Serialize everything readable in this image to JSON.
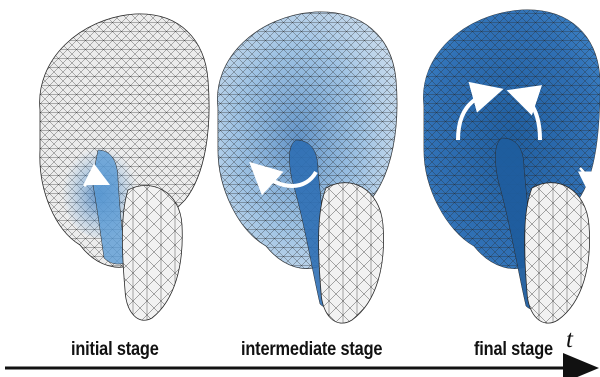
{
  "stages": [
    {
      "label": "initial stage",
      "spread": 0.15
    },
    {
      "label": "intermediate stage",
      "spread": 0.55
    },
    {
      "label": "final stage",
      "spread": 0.95
    }
  ],
  "axis": {
    "symbol": "t"
  },
  "colors": {
    "mesh_fill": "#ececec",
    "mesh_line": "#2a2a2a",
    "cerebellum": "#f2f2f2",
    "spread_light": "#a9c8e6",
    "spread_mid": "#5b9bd5",
    "spread_dark": "#2f6fb4",
    "brainstem": "#3a7fc4",
    "arrow": "#ffffff",
    "axis": "#111111"
  }
}
